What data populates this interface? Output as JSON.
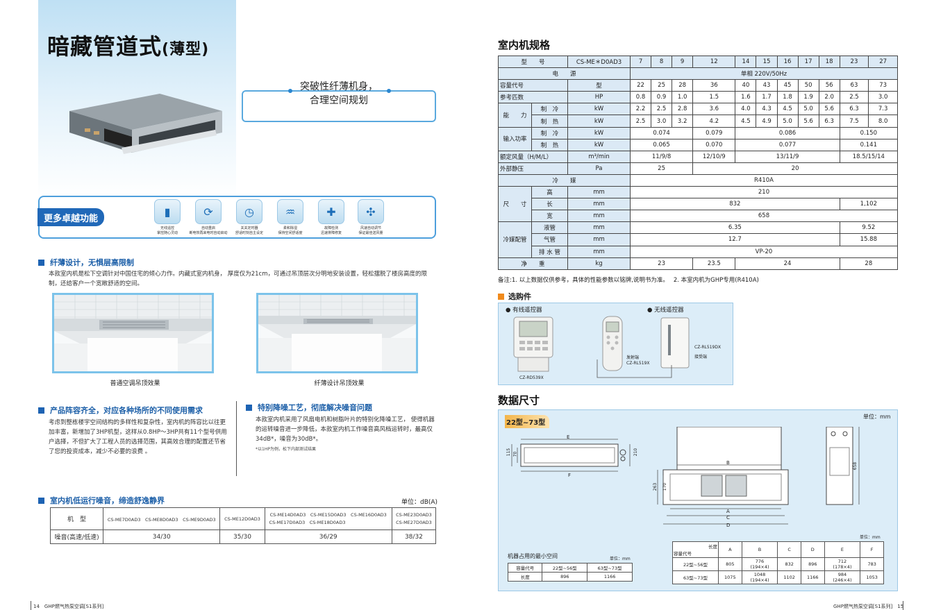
{
  "left": {
    "title": "暗藏管道式",
    "title_sub": "(薄型)",
    "callout": {
      "line1": "突破性纤薄机身，",
      "line2": "合理空间规划"
    },
    "features_label": "更多卓越功能",
    "features": [
      {
        "icon": "remote-icon",
        "l1": "无线遥控",
        "l2": "掌控随心灵动"
      },
      {
        "icon": "restart-icon",
        "l1": "自动重启",
        "l2": "断电恢再来电时自动启动"
      },
      {
        "icon": "clock-icon",
        "l1": "关关定时器",
        "l2": "舒适时刻自主设定"
      },
      {
        "icon": "drain-icon",
        "l1": "柔和除湿",
        "l2": "保持空间舒适度"
      },
      {
        "icon": "medical-icon",
        "l1": "故障检测",
        "l2": "迅速排障修复"
      },
      {
        "icon": "fan-icon",
        "l1": "风速自动调节",
        "l2": "保证最佳送风量"
      }
    ],
    "sec1": {
      "title": "纤薄设计，无惧层高限制",
      "body": "本款室内机是松下空调针对中国住宅的倾心力作。内藏式室内机身， 厚度仅为21cm，可通过吊顶层次分明地安装设置，轻松摆脱了楼房高度的限制，还给客户一个宽敞舒适的空间。",
      "cap1": "普通空调吊顶效果",
      "cap2": "纤薄设计吊顶效果"
    },
    "sec2": {
      "title": "产品阵容齐全，对应各种场所的不同使用需求",
      "body": "考虑到整栋楼宇空间结构的多样性和复杂性，室内机的阵容比以往更加丰富，新增加了3HP机型，这样从0.8HP～3HP共有11个型号供用户选择，不但扩大了工程人员的选择范围，其高效合理的配置还节省了您的投资成本，减少不必要的浪费 。"
    },
    "sec3": {
      "title": "特别降噪工艺，彻底解决噪音问题",
      "body": "本款室内机采用了风扇电机和树脂叶片的特别化降噪工艺， 使得机器的运转噪音进一步降低，本款室内机工作噪音高风档运转时，最高仅34dB*，噪音为30dB*。",
      "note": "*以1HP为例，松下内部测试结果"
    },
    "sec4": {
      "title": "室内机低运行噪音，缔造舒逸静界",
      "unit": "单位：dB(A)",
      "row1_label": "机　型",
      "row2_label": "噪音(高速/低速)",
      "models": [
        "CS-ME7D0AD3　CS-ME8D0AD3　CS-ME9D0AD3",
        "CS-ME12D0AD3",
        "CS-ME14D0AD3　CS-ME15D0AD3　CS-ME16D0AD3",
        "CS-ME17D0AD3　CS-ME18D0AD3",
        "CS-ME23D0AD3",
        "CS-ME27D0AD3"
      ],
      "values": [
        "34/30",
        "35/30",
        "36/29",
        "38/32"
      ]
    },
    "footer": "14　GHP燃气热泵空调[S1系列]"
  },
  "right": {
    "spec_title": "室内机规格",
    "spec": {
      "model_label": "型　　号",
      "model_code": "CS-ME＊D0AD3",
      "models": [
        "7",
        "8",
        "9",
        "12",
        "14",
        "15",
        "16",
        "17",
        "18",
        "23",
        "27"
      ],
      "power_label": "电　　源",
      "power": "单相 220V/50Hz",
      "cap_label": "容量代号",
      "cap_unit": "型",
      "caps": [
        "22",
        "25",
        "28",
        "36",
        "40",
        "43",
        "45",
        "50",
        "56",
        "63",
        "73"
      ],
      "hp_label": "参考匹数",
      "hp_unit": "HP",
      "hps": [
        "0.8",
        "0.9",
        "1.0",
        "1.5",
        "1.6",
        "1.7",
        "1.8",
        "1.9",
        "2.0",
        "2.5",
        "3.0"
      ],
      "ability_label": "能　　力",
      "cool_label": "制　冷",
      "heat_label": "制　热",
      "kw": "kW",
      "cool": [
        "2.2",
        "2.5",
        "2.8",
        "3.6",
        "4.0",
        "4.3",
        "4.5",
        "5.0",
        "5.6",
        "6.3",
        "7.3"
      ],
      "heat": [
        "2.5",
        "3.0",
        "3.2",
        "4.2",
        "4.5",
        "4.9",
        "5.0",
        "5.6",
        "6.3",
        "7.5",
        "8.0"
      ],
      "input_label": "输入功率",
      "in_cool": [
        "0.074",
        "0.079",
        "0.086",
        "0.150"
      ],
      "in_heat": [
        "0.065",
        "0.070",
        "0.077",
        "0.141"
      ],
      "air_label": "额定风量（H/M/L）",
      "air_unit": "m³/min",
      "air": [
        "11/9/8",
        "12/10/9",
        "13/11/9",
        "18.5/15/14"
      ],
      "sp_label": "外部静压",
      "sp_unit": "Pa",
      "sp": [
        "25",
        "20"
      ],
      "ref_label": "冷　　媒",
      "ref": "R410A",
      "size_label": "尺　　寸",
      "h_label": "高",
      "w_label": "长",
      "d_label": "宽",
      "mm": "mm",
      "h": "210",
      "w": [
        "832",
        "1,102"
      ],
      "d": "658",
      "pipe_label": "冷媒配管",
      "liq_label": "液管",
      "gas_label": "气管",
      "drain_label": "排 水 管",
      "liq": [
        "6.35",
        "9.52"
      ],
      "gas": [
        "12.7",
        "15.88"
      ],
      "drain": "VP-20",
      "weight_label": "净　　重",
      "kg": "kg",
      "weight": [
        "23",
        "23.5",
        "24",
        "28"
      ]
    },
    "note": "备注:1. 以上数据仅供参考，具体的性能参数以铭牌,说明书为准。　 2. 本室内机为GHP专用(R410A)",
    "opt_title": "选购件",
    "wired": "有线遥控器",
    "wireless": "无线遥控器",
    "wired_model": "CZ-RD539X",
    "tx_label": "发射端",
    "tx_model": "CZ-RL519X",
    "rx_model": "CZ-RL519DX",
    "rx_label": "接受端",
    "dim_title": "数据尺寸",
    "dim_range": "22型~73型",
    "dim_unit": "单位：mm",
    "dim_labels": {
      "E": "E",
      "F": "F",
      "B": "B",
      "A": "A",
      "C": "C",
      "D": "D",
      "d115": "115",
      "d70": "70",
      "d210": "210",
      "d263": "263",
      "d170": "170",
      "d658": "658"
    },
    "space_title": "机器占用的最小空间",
    "space_unit": "单位：mm",
    "space": {
      "h0": "容量代号",
      "h1": "22型~56型",
      "h2": "63型~73型",
      "r0": "长度",
      "v1": "896",
      "v2": "1166"
    },
    "dim_table": {
      "unit": "单位：mm",
      "h_len": "长度",
      "h_cap": "容量代号",
      "cols": [
        "A",
        "B",
        "C",
        "D",
        "E",
        "F"
      ],
      "r1_label": "22型~56型",
      "r1": [
        "805",
        "776",
        "(194×4)",
        "832",
        "896",
        "712",
        "(178×4)",
        "783"
      ],
      "r2_label": "63型~73型",
      "r2": [
        "1075",
        "1048",
        "(194×4)",
        "1102",
        "1166",
        "984",
        "(246×4)",
        "1053"
      ]
    },
    "footer": "GHP燃气热泵空调[S1系列]　15"
  }
}
